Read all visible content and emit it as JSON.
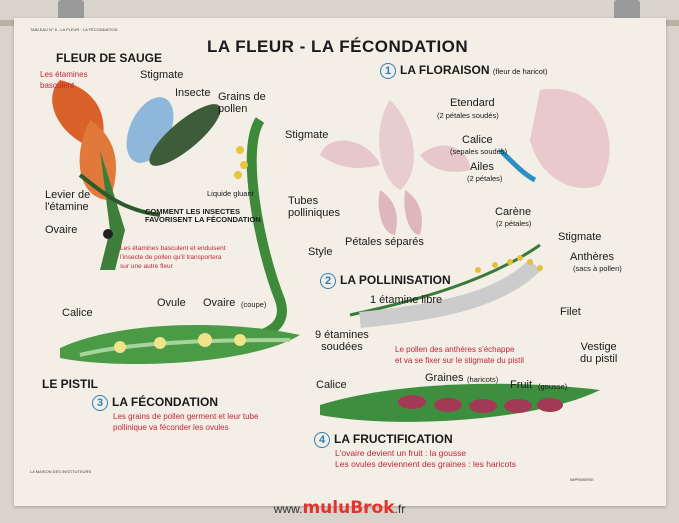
{
  "title": "LA FLEUR - LA FÉCONDATION",
  "header_small": "TABLEAU N° 8 - LA FLEUR · LA FÉCONDATION",
  "sauge": {
    "title": "FLEUR DE SAUGE",
    "etamines": "Les étamines\nbasculent",
    "stigmate": "Stigmate",
    "insecte": "Insecte",
    "levier": "Levier de\nl'étamine",
    "ovaire": "Ovaire",
    "comment": "COMMENT LES INSECTES\nFAVORISENT LA FÉCONDATION",
    "note": "Les étamines basculent et enduisent\nl'insecte de pollen qu'il transportera\nsur une autre fleur"
  },
  "pistil": {
    "grains": "Grains de\npollen",
    "stigmate": "Stigmate",
    "liquide": "Liquide gluant",
    "tubes": "Tubes\npolliniques",
    "style": "Style",
    "calice": "Calice",
    "ovule": "Ovule",
    "ovaire": "Ovaire",
    "ovaire_note": "(coupe)",
    "label": "LE PISTIL"
  },
  "section1": {
    "num": "1",
    "title": "LA FLORAISON",
    "subtitle": "(fleur de haricot)",
    "etendard": "Etendard",
    "etendard_note": "(2 pétales soudés)",
    "calice": "Calice",
    "calice_note": "(sepales soudés)",
    "ailes": "Ailes",
    "ailes_note": "(2 pétales)",
    "carene": "Carène",
    "carene_note": "(2 pétales)",
    "petales": "Pétales séparés"
  },
  "section2": {
    "num": "2",
    "title": "LA POLLINISATION",
    "stigmate": "Stigmate",
    "antheres": "Anthères",
    "antheres_note": "(sacs à pollen)",
    "etamine_libre": "1 étamine libre",
    "filet": "Filet",
    "etamines_soudees": "9 étamines\nsoudées",
    "note": "Le pollen des anthères s'échappe\net va se fixer sur le stigmate du pistil"
  },
  "section3": {
    "num": "3",
    "title": "LA FÉCONDATION",
    "note": "Les grains de pollen germent et leur tube\npollinique va féconder les ovules"
  },
  "section4": {
    "num": "4",
    "title": "LA FRUCTIFICATION",
    "calice": "Calice",
    "graines": "Graines",
    "graines_note": "(haricots)",
    "fruit": "Fruit",
    "fruit_note": "(gousse)",
    "vestige": "Vestige\ndu pistil",
    "note": "L'ovaire devient un fruit : la gousse\nLes ovules deviennent des graines : les haricots"
  },
  "footer": {
    "left": "LA MAISON DES INSTITUTEURS",
    "right": "IMPRIMERIE"
  },
  "brand": {
    "prefix": "www.",
    "name": "muluBrok",
    "suffix": ".fr"
  }
}
